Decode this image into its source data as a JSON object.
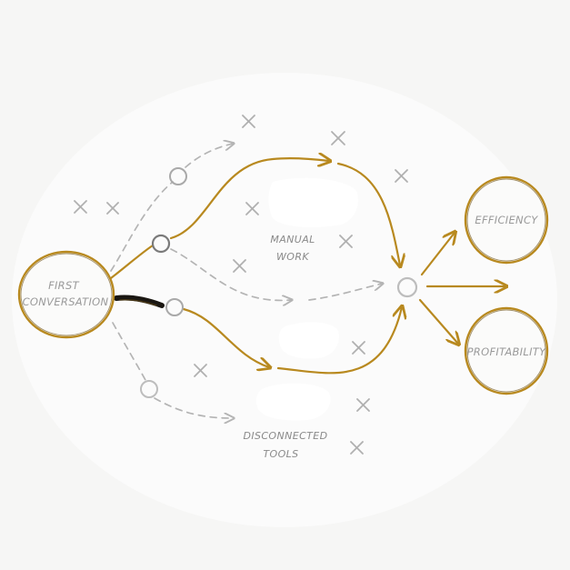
{
  "nodes": {
    "first_conversation": {
      "line1": "First",
      "line2": "Conversation"
    },
    "efficiency": {
      "label": "Efficiency"
    },
    "profitability": {
      "label": "Profitability"
    }
  },
  "labels": {
    "manual_work": {
      "line1": "Manual",
      "line2": "Work"
    },
    "disconnected_tools": {
      "line1": "Disconnected",
      "line2": "Tools"
    }
  },
  "colors": {
    "gold": "#b8891f",
    "gold_dark": "#8a6410",
    "gray": "#b4b4b4",
    "text_gray": "#9a9a9a",
    "background": "#f6f6f5"
  },
  "icons": [
    "cross-mark-icon",
    "hollow-circle-icon",
    "arrow-icon"
  ]
}
